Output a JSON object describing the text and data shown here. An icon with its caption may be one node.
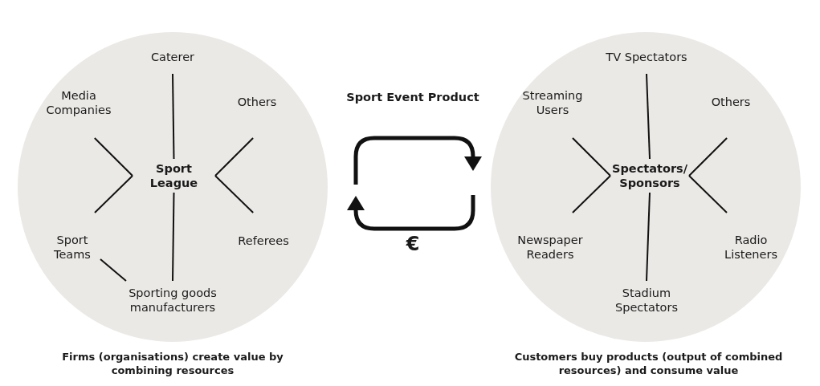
{
  "diagram": {
    "nodes": [
      {
        "text": [],
        "shape": "circle",
        "beside": [
          "Firms (organisations) create value by combining resources"
        ]
      },
      {
        "text": [
          "Caterer"
        ],
        "in": 0
      },
      {
        "text": [
          "Media Companies"
        ],
        "in": 0
      },
      {
        "text": [
          "Others"
        ],
        "in": 0
      },
      {
        "text": [
          "Sport League"
        ],
        "in": 0
      },
      {
        "text": [
          "Sport Teams"
        ],
        "in": 0
      },
      {
        "text": [
          "Referees"
        ],
        "in": 0
      },
      {
        "text": [
          "Sporting goods manufacturers"
        ],
        "in": 0
      },
      {
        "text": [],
        "shape": "circle",
        "beside": [
          "Customers buy products (output of combined resources) and consume value"
        ]
      },
      {
        "text": [
          "TV Spectators"
        ],
        "in": 8
      },
      {
        "text": [
          "Streaming Users"
        ],
        "in": 8
      },
      {
        "text": [
          "Others"
        ],
        "in": 8
      },
      {
        "text": [
          "Spectators/ Sponsors"
        ],
        "in": 8
      },
      {
        "text": [
          "Newspaper Readers"
        ],
        "in": 8
      },
      {
        "text": [
          "Radio Listeners"
        ],
        "in": 8
      },
      {
        "text": [
          "Stadium Spectators"
        ],
        "in": 8
      }
    ],
    "edges": [
      {
        "from": 4,
        "to": 1,
        "arrow": "none"
      },
      {
        "from": 4,
        "to": 2,
        "arrow": "none"
      },
      {
        "from": 4,
        "to": 3,
        "arrow": "none"
      },
      {
        "from": 4,
        "to": 5,
        "arrow": "none"
      },
      {
        "from": 4,
        "to": 6,
        "arrow": "none"
      },
      {
        "from": 4,
        "to": 7,
        "arrow": "none"
      },
      {
        "from": 5,
        "to": 7,
        "arrow": "none"
      },
      {
        "from": 12,
        "to": 9,
        "arrow": "none"
      },
      {
        "from": 12,
        "to": 10,
        "arrow": "none"
      },
      {
        "from": 12,
        "to": 11,
        "arrow": "none"
      },
      {
        "from": 12,
        "to": 13,
        "arrow": "none"
      },
      {
        "from": 12,
        "to": 14,
        "arrow": "none"
      },
      {
        "from": 12,
        "to": 15,
        "arrow": "none"
      },
      {
        "from": 0,
        "to": 8,
        "arrow": "to",
        "label": "Sport Event Product",
        "style": "thick"
      },
      {
        "from": 8,
        "to": 0,
        "arrow": "to",
        "label": "€",
        "style": "thick"
      }
    ]
  }
}
